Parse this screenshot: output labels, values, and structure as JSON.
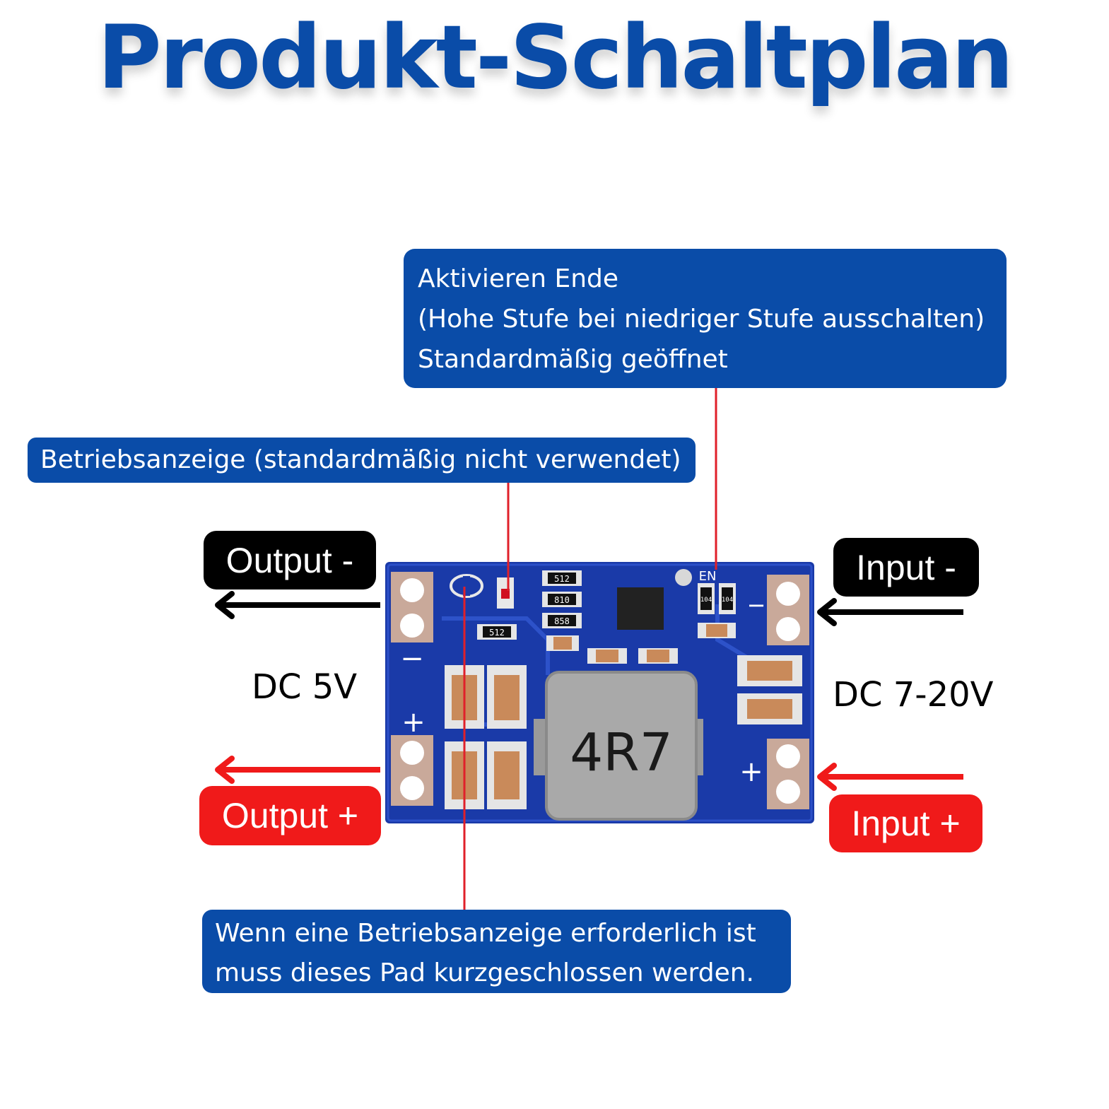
{
  "title": "Produkt-Schaltplan",
  "callouts": {
    "enable": {
      "line1": "Aktivieren Ende",
      "line2": "(Hohe Stufe bei niedriger Stufe ausschalten)",
      "line3": "Standardmäßig geöffnet"
    },
    "led": "Betriebsanzeige (standardmäßig nicht verwendet)",
    "bottom": {
      "line1": "Wenn eine Betriebsanzeige erforderlich ist",
      "line2": "muss dieses Pad kurzgeschlossen werden."
    }
  },
  "terminals": {
    "output_minus": "Output -",
    "output_plus": "Output +",
    "input_minus": "Input -",
    "input_plus": "Input +"
  },
  "voltages": {
    "output": "DC 5V",
    "input": "DC 7-20V"
  },
  "board": {
    "inductor_marking": "4R7",
    "enable_marking": "EN",
    "minus_sign": "−",
    "plus_sign": "+",
    "resistor_codes": [
      "512",
      "810",
      "858",
      "512",
      "104",
      "104"
    ]
  },
  "colors": {
    "accent_blue": "#0a4ca8",
    "pcb_blue": "#1a3aa8",
    "leader_red": "#e0202a",
    "plus_red": "#f01a1a",
    "minus_black": "#000000"
  }
}
